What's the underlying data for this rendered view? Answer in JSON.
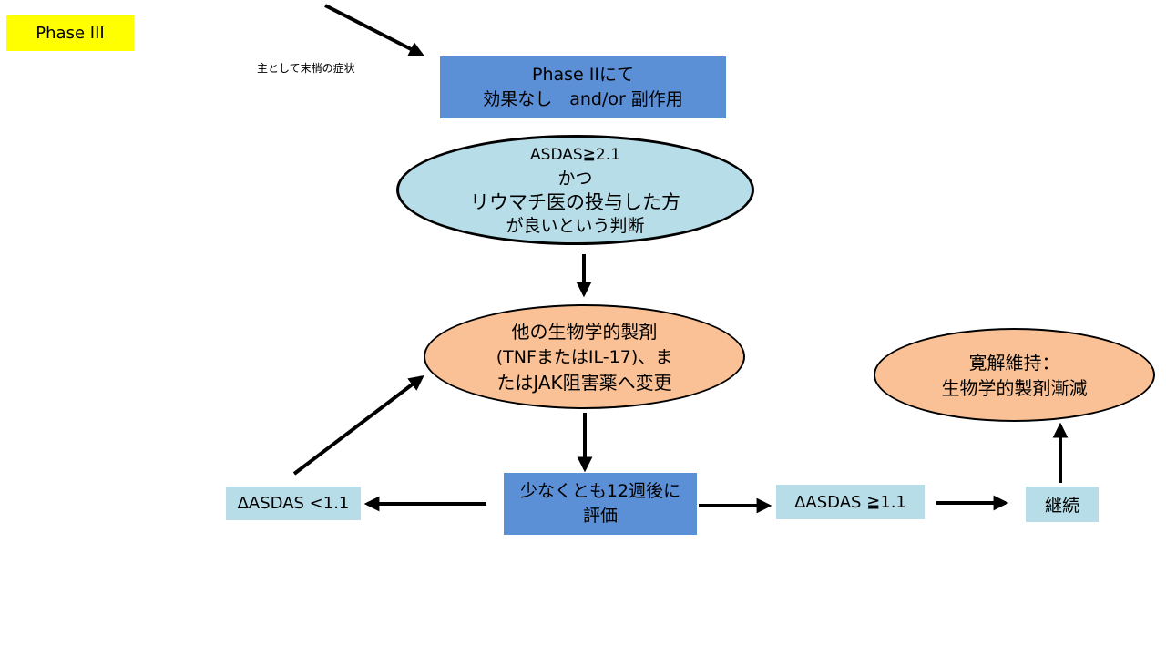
{
  "phase_label": "Phase III",
  "note_peripheral": "主として末梢の症状",
  "box_phase2": {
    "lines": [
      "Phase IIにて",
      "効果なし　and/or 副作用"
    ]
  },
  "ellipse_criteria": {
    "lines": [
      "ASDAS≧2.1",
      "かつ",
      "リウマチ医の投与した方",
      "が良いという判断"
    ]
  },
  "ellipse_change": {
    "lines": [
      "他の生物学的製剤",
      "(TNFまたはIL-17)、ま",
      "たはJAK阻害薬へ変更"
    ]
  },
  "box_evaluate": {
    "lines": [
      "少なくとも12週後に",
      "評価"
    ]
  },
  "box_delta_low": "ΔASDAS <1.1",
  "box_delta_high": "ΔASDAS ≧1.1",
  "box_continue": "継続",
  "ellipse_remission": {
    "lines": [
      "寛解維持：",
      "生物学的製剤漸減"
    ]
  },
  "colors": {
    "phase_tag": "#ffff00",
    "dark_blue_box": "#5b8fd6",
    "light_blue": "#b7dde8",
    "orange": "#f9c195"
  }
}
